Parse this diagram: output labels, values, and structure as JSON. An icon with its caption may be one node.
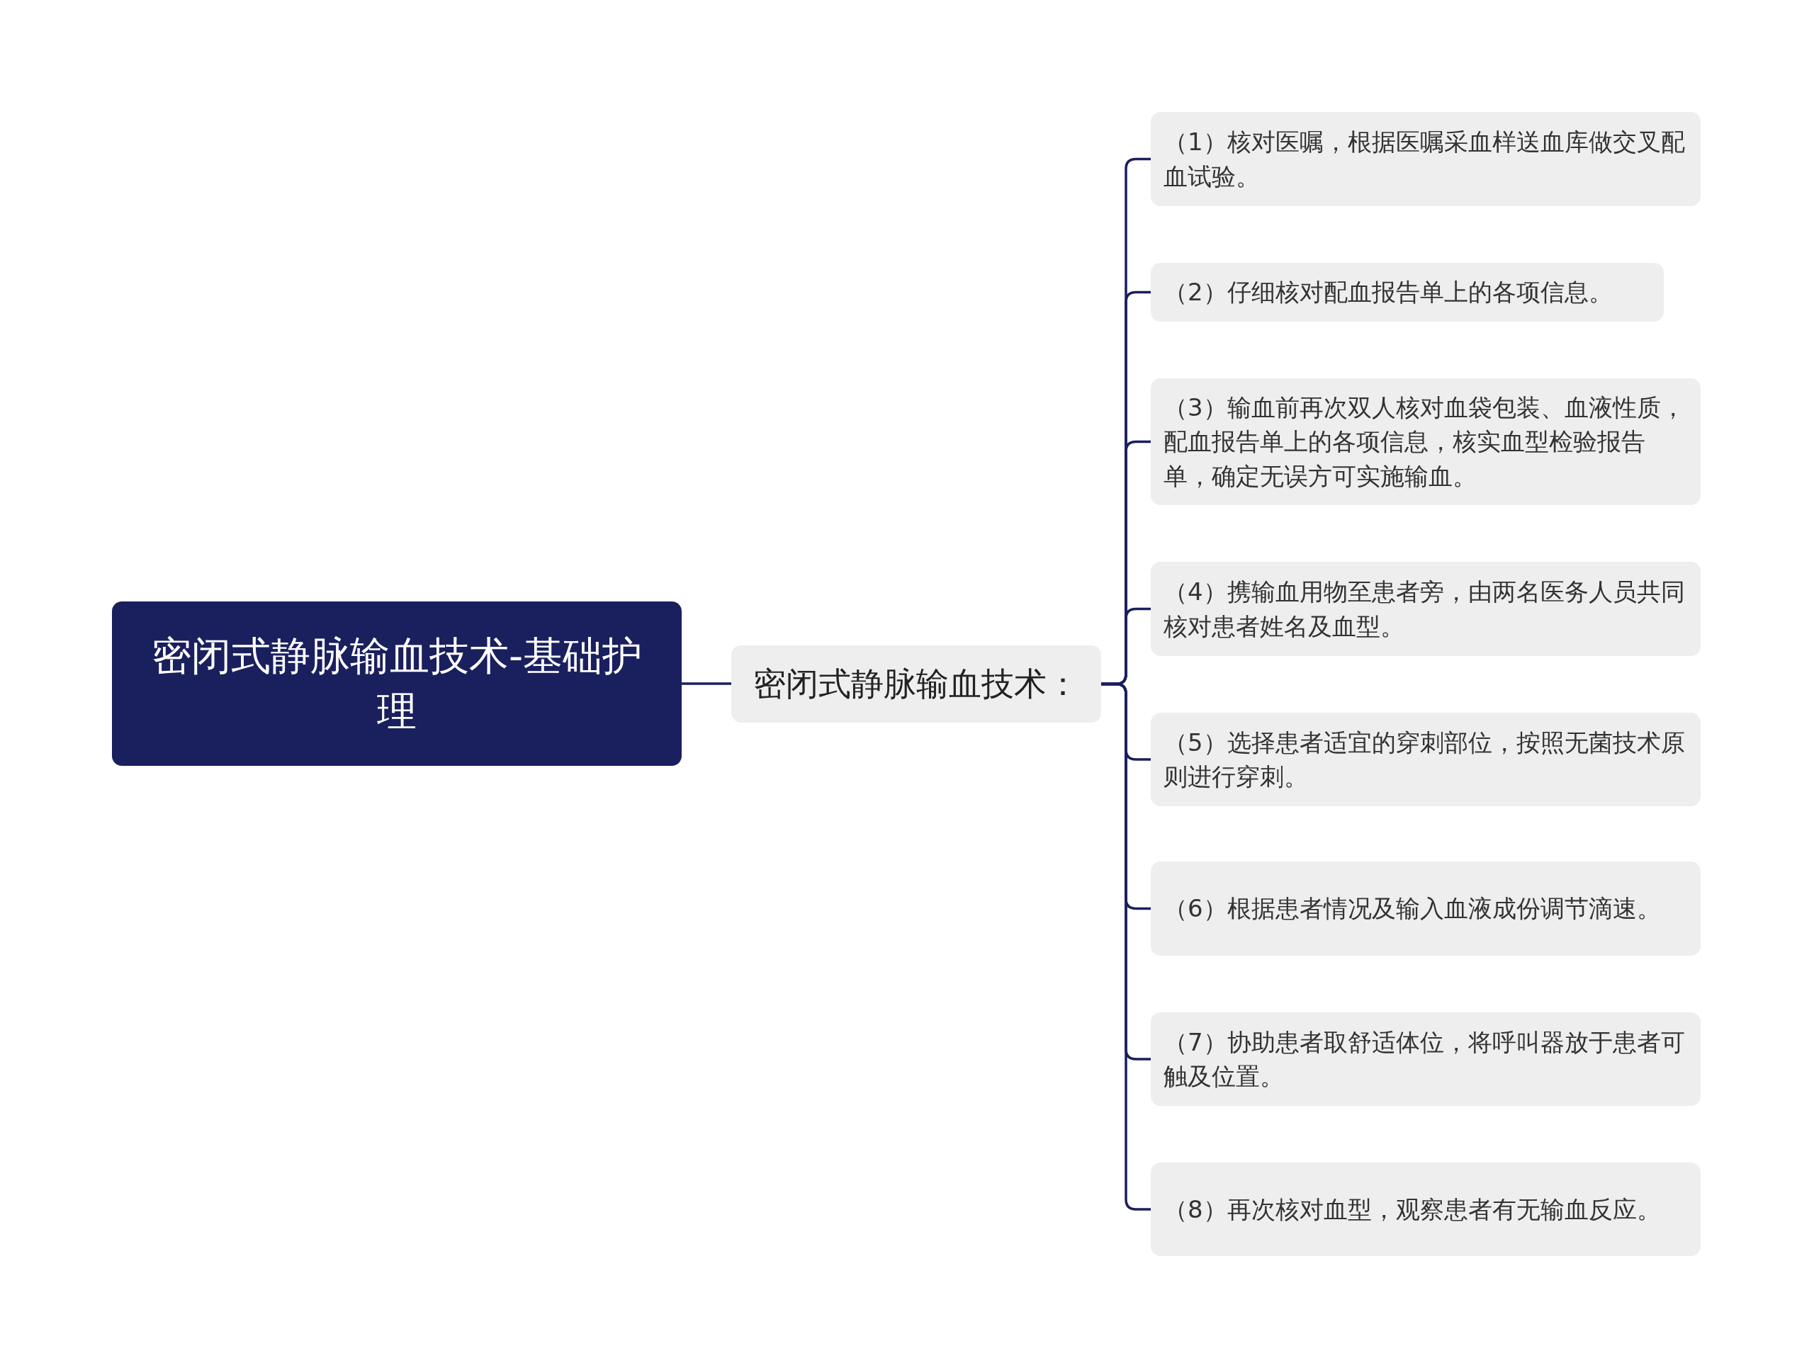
{
  "diagram": {
    "nodes": [
      {
        "text": [
          "密闭式静脉输血技术-基础护理"
        ]
      },
      {
        "text": [
          "密闭式静脉输血技术："
        ]
      },
      {
        "text": [
          "（1）核对医嘱，根据医嘱采血样送血库做交叉配血试验。"
        ]
      },
      {
        "text": [
          "（2）仔细核对配血报告单上的各项信息。"
        ]
      },
      {
        "text": [
          "（3）输血前再次双人核对血袋包装、血液性质，配血报告单上的各项信息，核实血型检验报告单，确定无误方可实施输血。"
        ]
      },
      {
        "text": [
          "（4）携输血用物至患者旁，由两名医务人员共同核对患者姓名及血型。"
        ]
      },
      {
        "text": [
          "（5）选择患者适宜的穿刺部位，按照无菌技术原则进行穿刺。"
        ]
      },
      {
        "text": [
          "（6）根据患者情况及输入血液成份调节滴速。"
        ]
      },
      {
        "text": [
          "（7）协助患者取舒适体位，将呼叫器放于患者可触及位置。"
        ]
      },
      {
        "text": [
          "（8）再次核对血型，观察患者有无输血反应。"
        ]
      }
    ],
    "edges": [
      {
        "from": 0,
        "to": 1,
        "arrow": "none"
      },
      {
        "from": 1,
        "to": 2,
        "arrow": "none"
      },
      {
        "from": 1,
        "to": 3,
        "arrow": "none"
      },
      {
        "from": 1,
        "to": 4,
        "arrow": "none"
      },
      {
        "from": 1,
        "to": 5,
        "arrow": "none"
      },
      {
        "from": 1,
        "to": 6,
        "arrow": "none"
      },
      {
        "from": 1,
        "to": 7,
        "arrow": "none"
      },
      {
        "from": 1,
        "to": 8,
        "arrow": "none"
      },
      {
        "from": 1,
        "to": 9,
        "arrow": "none"
      }
    ]
  }
}
